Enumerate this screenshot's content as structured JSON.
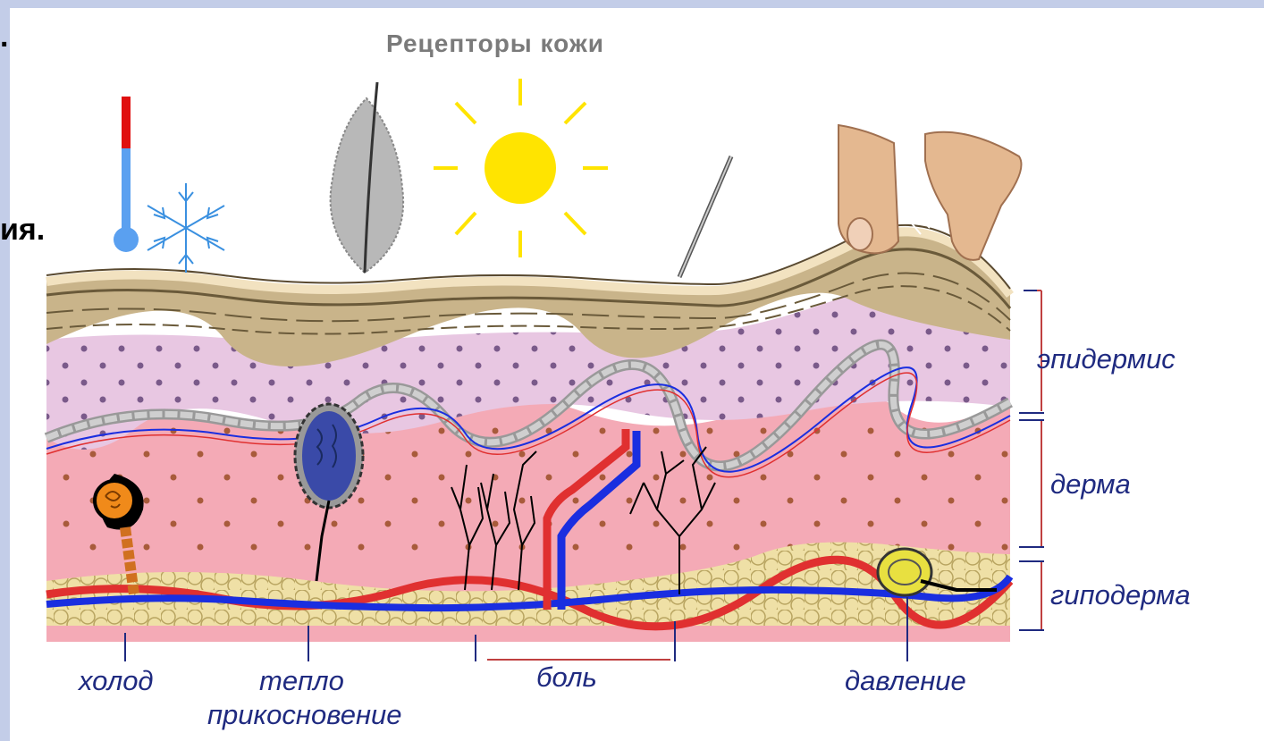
{
  "title": "Рецепторы кожи",
  "slide_fragments": {
    "top": ".",
    "mid": "ия."
  },
  "layers": {
    "epidermis": "эпидермис",
    "dermis": "дерма",
    "hypodermis": "гиподерма"
  },
  "receptors": {
    "cold": "холод",
    "warmth": "тепло",
    "touch": "прикосновение",
    "pain": "боль",
    "pressure": "давление"
  }
}
